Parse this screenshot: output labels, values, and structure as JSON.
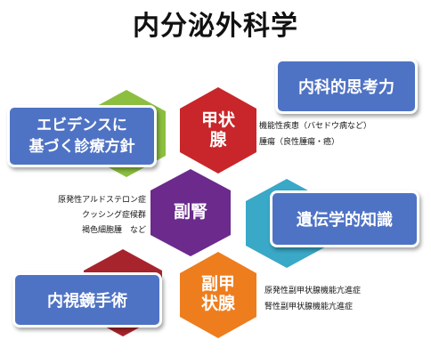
{
  "title": "内分泌外科学",
  "hexagons": {
    "thyroid": "甲状\n腺",
    "adrenal": "副腎",
    "parathyroid": "副甲\n状腺"
  },
  "boxes": {
    "internal_medicine": "内科的思考力",
    "evidence": "エビデンスに\n基づく診療方針",
    "genetics": "遺伝学的知識",
    "endoscopic": "内視鏡手術"
  },
  "notes": {
    "thyroid": [
      "機能性疾患（バセドウ病など）",
      "腫瘍（良性腫瘍・癌）"
    ],
    "adrenal": [
      "原発性アルドステロン症",
      "クッシング症候群",
      "褐色細胞腫　など"
    ],
    "parathyroid": [
      "原発性副甲状腺機能亢進症",
      "腎性副甲状腺機能亢進症"
    ]
  },
  "colors": {
    "thyroid": "#c8262a",
    "adrenal": "#6b2a8c",
    "parathyroid": "#ee7d1e",
    "green": "#8cbf3f",
    "teal": "#3aa8c7",
    "red_dark": "#a8242c",
    "box": "#4f73c4"
  }
}
